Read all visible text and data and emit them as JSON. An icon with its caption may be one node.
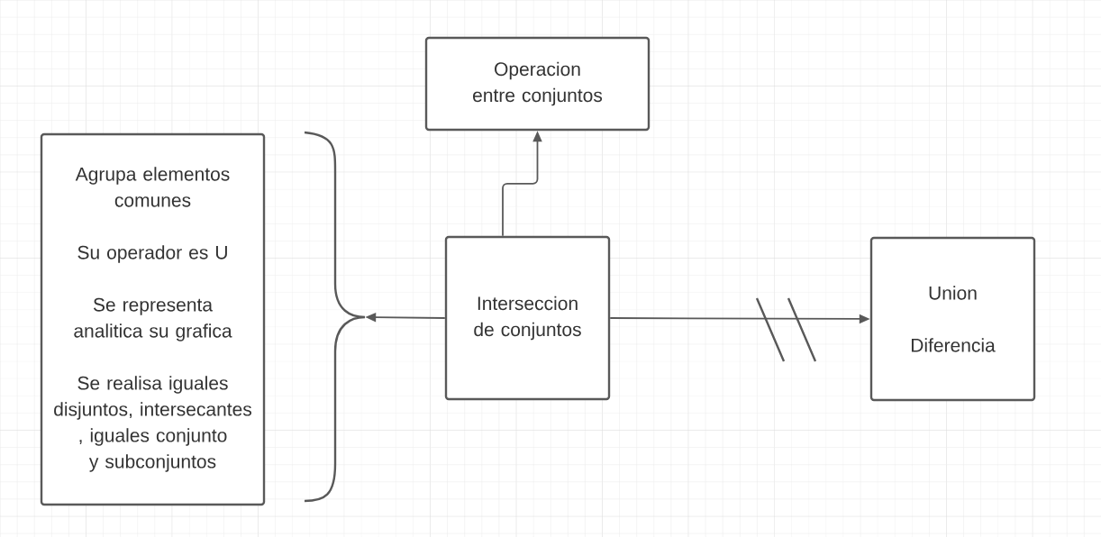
{
  "diagram": {
    "nodes": [
      {
        "text": [
          "Operacion entre conjuntos"
        ]
      },
      {
        "text": [
          "Agrupa elementos comunes",
          "Su operador es U",
          "Se representa analitica su grafica",
          "Se realisa iguales disjuntos, intersecantes , iguales conjunto y subconjuntos"
        ]
      },
      {
        "text": [],
        "shape": "brace"
      },
      {
        "text": [
          "Interseccion de conjuntos"
        ]
      },
      {
        "text": [
          "Union",
          "Diferencia"
        ]
      }
    ],
    "edges": [
      {
        "from": 3,
        "to": 0,
        "arrow": "to"
      },
      {
        "from": 3,
        "to": 2,
        "arrow": "to"
      },
      {
        "from": 3,
        "to": 4,
        "arrow": "to"
      }
    ]
  }
}
